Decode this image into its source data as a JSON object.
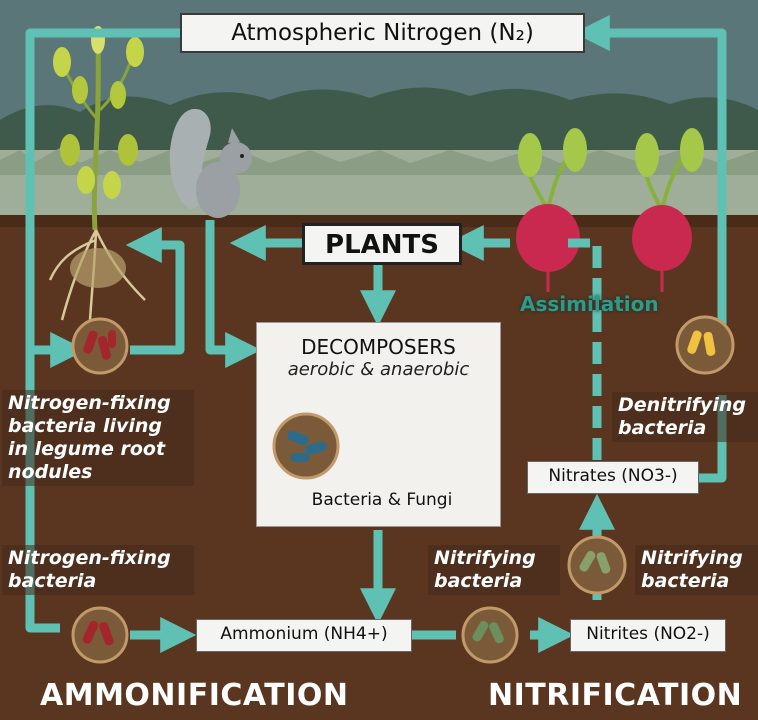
{
  "colors": {
    "arrow": "#5fc1b4",
    "soil": "#5a3620",
    "sky": "#5b7679",
    "grass": "#9fae98",
    "box_bg": "#f4f4f2"
  },
  "atmosphere": {
    "label": "Atmospheric Nitrogen (N₂)"
  },
  "plants": {
    "label": "PLANTS"
  },
  "decomposers": {
    "title": "DECOMPOSERS",
    "subtitle": "aerobic & anaerobic",
    "caption": "Bacteria & Fungi"
  },
  "assimilation": {
    "label": "Assimilation"
  },
  "compounds": {
    "nitrates": "Nitrates (NO3-)",
    "nitrites": "Nitrites (NO2-)",
    "ammonium": "Ammonium (NH4+)"
  },
  "bacteria_labels": {
    "legume": "Nitrogen-fixing bacteria living in legume root nodules",
    "fixing": "Nitrogen-fixing bacteria",
    "nitrifying_left": "Nitrifying bacteria",
    "nitrifying_right": "Nitrifying bacteria",
    "denitrifying": "Denitrifying bacteria"
  },
  "processes": {
    "ammonification": "AMMONIFICATION",
    "nitrification": "NITRIFICATION"
  },
  "icons": [
    "legume-plant-icon",
    "squirrel-icon",
    "beet-icon",
    "mushroom-icon",
    "bacteria-icon"
  ]
}
